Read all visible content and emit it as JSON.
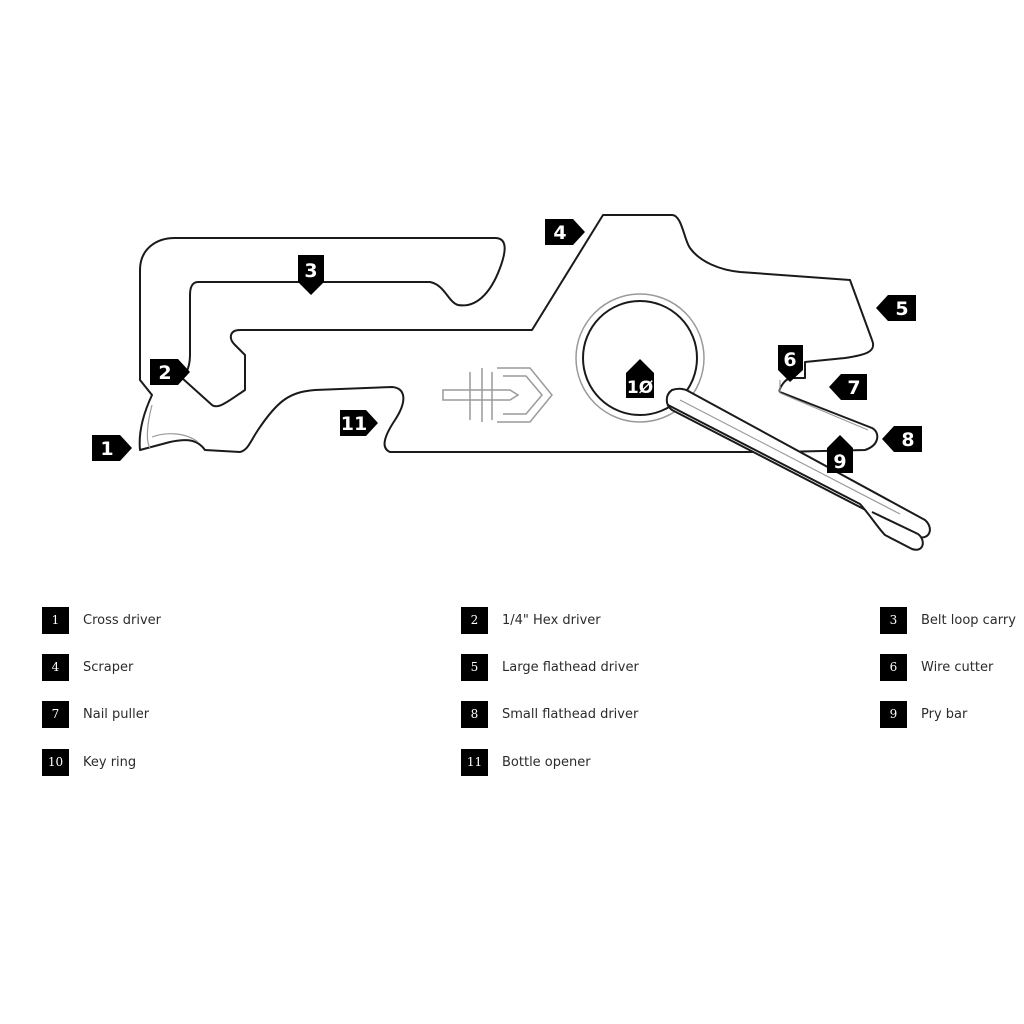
{
  "callouts": [
    {
      "id": "1",
      "label": "1"
    },
    {
      "id": "2",
      "label": "2"
    },
    {
      "id": "3",
      "label": "3"
    },
    {
      "id": "4",
      "label": "4"
    },
    {
      "id": "5",
      "label": "5"
    },
    {
      "id": "6",
      "label": "6"
    },
    {
      "id": "7",
      "label": "7"
    },
    {
      "id": "8",
      "label": "8"
    },
    {
      "id": "9",
      "label": "9"
    },
    {
      "id": "10",
      "label": "1Ø"
    },
    {
      "id": "11",
      "label": "11"
    }
  ],
  "legend": [
    {
      "number": "1",
      "label": "Cross driver"
    },
    {
      "number": "2",
      "label": "1/4\" Hex driver"
    },
    {
      "number": "3",
      "label": "Belt loop carry"
    },
    {
      "number": "4",
      "label": "Scraper"
    },
    {
      "number": "5",
      "label": "Large flathead driver"
    },
    {
      "number": "6",
      "label": "Wire cutter"
    },
    {
      "number": "7",
      "label": "Nail puller"
    },
    {
      "number": "8",
      "label": "Small flathead driver"
    },
    {
      "number": "9",
      "label": "Pry bar"
    },
    {
      "number": "10",
      "label": "Key ring"
    },
    {
      "number": "11",
      "label": "Bottle opener"
    }
  ],
  "colors": {
    "outline": "#1a1a1a",
    "badge": "#000000",
    "logo": "#9a9a9a"
  }
}
